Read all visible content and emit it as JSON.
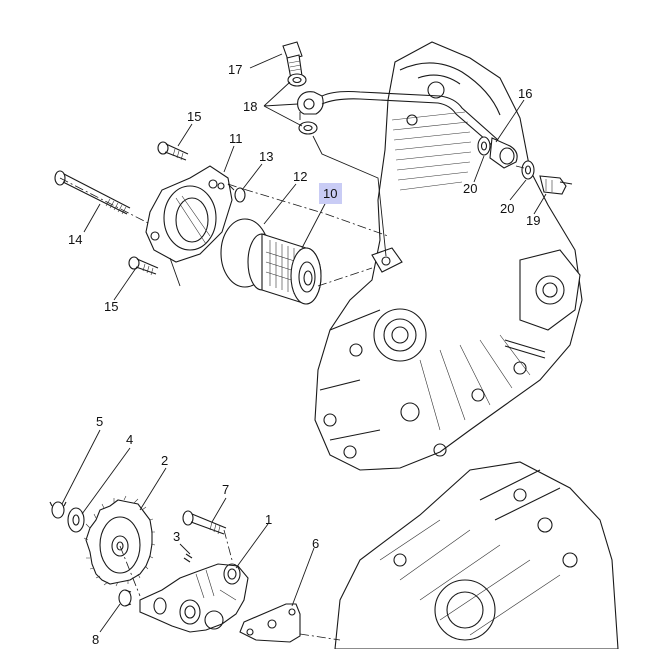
{
  "diagram": {
    "highlight_color": "#c9ccf5",
    "highlighted_callout": "10",
    "callouts": {
      "c1": "1",
      "c2": "2",
      "c3": "3",
      "c4": "4",
      "c5": "5",
      "c6": "6",
      "c7": "7",
      "c8": "8",
      "c10": "10",
      "c11": "11",
      "c12": "12",
      "c13": "13",
      "c14": "14",
      "c15a": "15",
      "c15b": "15",
      "c16": "16",
      "c17": "17",
      "c18": "18",
      "c19": "19",
      "c20a": "20",
      "c20b": "20"
    }
  }
}
